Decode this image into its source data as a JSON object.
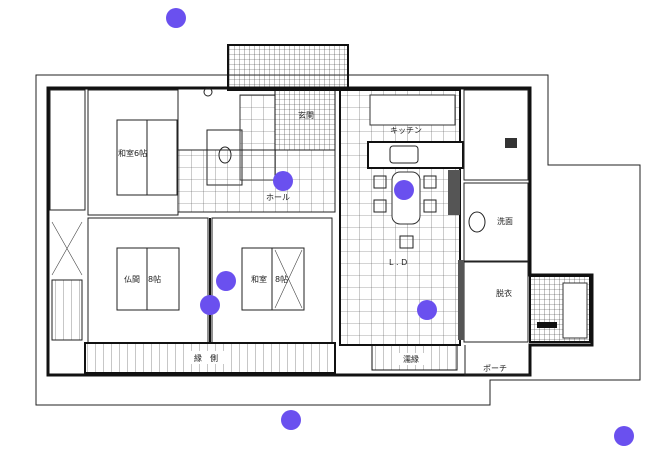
{
  "floor_plan": {
    "rooms": {
      "washitsu6": "和室6帖",
      "genkan": "玄関",
      "hall": "ホール",
      "kitchen": "キッチン",
      "ld": "L . D",
      "senmen": "洗面",
      "datsui": "脱衣",
      "butsuma": "仏間　8帖",
      "washitsu8": "和室　8帖",
      "engawa": "縁　側",
      "nureen": "濡縁",
      "porch": "ポーチ"
    }
  },
  "colors": {
    "marker": "#6a50ef",
    "line": "#111111"
  },
  "markers": [
    {
      "id": 1
    },
    {
      "id": 2
    },
    {
      "id": 3
    },
    {
      "id": 4
    },
    {
      "id": 5
    },
    {
      "id": 6
    },
    {
      "id": 7
    },
    {
      "id": 8
    }
  ]
}
